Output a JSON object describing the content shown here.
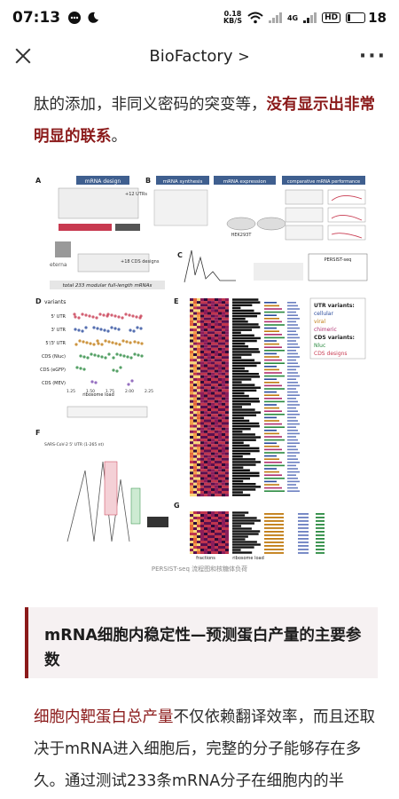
{
  "status_bar": {
    "time": "07:13",
    "net_speed": "0.18\nKB/S",
    "net_speed_value": "0.18",
    "net_speed_unit": "KB/S",
    "network": "4G",
    "battery": "18"
  },
  "nav": {
    "title": "BioFactory",
    "chevron": ">",
    "more": "···"
  },
  "article": {
    "para1_normal": "肽的添加，非同义密码的突变等，",
    "para1_highlight": "没有显示出非常明显的联系",
    "para1_end": "。",
    "figure_caption": "PERSIST-seq 流程图和核糖体负荷",
    "callout_title": "mRNA细胞内稳定性—预测蛋白产量的主要参数",
    "para2_highlight": "细胞内靶蛋白总产量",
    "para2_normal": "不仅依赖翻译效率，而且还取决于mRNA进入细胞后，完整的分子能够存在多久。通过测试233条mRNA分子在细胞内的半"
  },
  "figure": {
    "panel_a_title": "mRNA design",
    "panel_b_title": "mRNA synthesis",
    "panel_b2_title": "mRNA expression",
    "panel_b3_title": "comparative mRNA performance",
    "utr_label": "+12 UTRs",
    "cds_label": "+18 CDS designs",
    "total_label": "total 233 modular full-length mRNAs",
    "panel_d_title": "variants",
    "d_rows": [
      "5' UTR",
      "3' UTR",
      "5'/3' UTR",
      "CDS (Nluc)",
      "CDS (eGFP)",
      "CDS (MEV)"
    ],
    "d_axis": [
      "1.25",
      "1.50",
      "1.75",
      "2.00",
      "2.25"
    ],
    "d_xlabel": "ribosome load",
    "hek": "HEK293T",
    "persist": "PERSIST-seq",
    "legend_title": "UTR variants:",
    "legend": [
      "cellular",
      "viral",
      "chimeric",
      "CDS variants:",
      "Nluc",
      "CDS designs"
    ],
    "panel_letters": [
      "A",
      "B",
      "C",
      "D",
      "E",
      "F",
      "G"
    ],
    "sars": "SARS-CoV-2 5' UTR (1-265 nt)",
    "eterna": "eterna",
    "fractions": "fractions",
    "ribo_load": "ribosome load"
  }
}
